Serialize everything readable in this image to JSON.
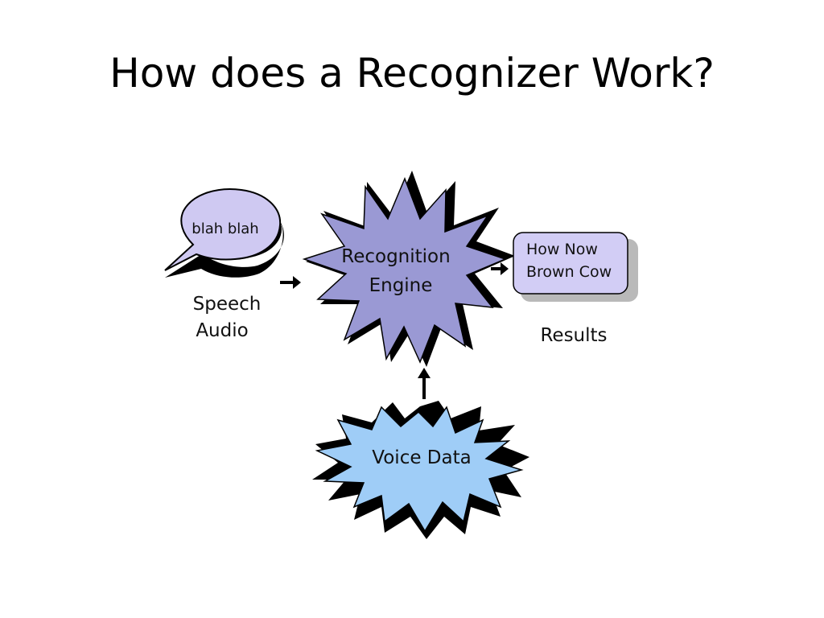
{
  "slide": {
    "title": "How does a Recognizer Work?"
  },
  "diagram": {
    "speech_bubble_text": "blah blah",
    "speech_label_line1": "Speech",
    "speech_label_line2": "Audio",
    "engine_line1": "Recognition",
    "engine_line2": "Engine",
    "result_line1": "How Now",
    "result_line2": "Brown Cow",
    "results_label": "Results",
    "voice_data_label": "Voice Data"
  },
  "colors": {
    "speech_bubble_fill": "#cfc9f2",
    "engine_fill": "#9a99d4",
    "result_box_fill": "#d2cdf5",
    "voice_data_fill": "#9fcdf7",
    "outline": "#000000",
    "shadow_gray": "#b9b9b9"
  }
}
